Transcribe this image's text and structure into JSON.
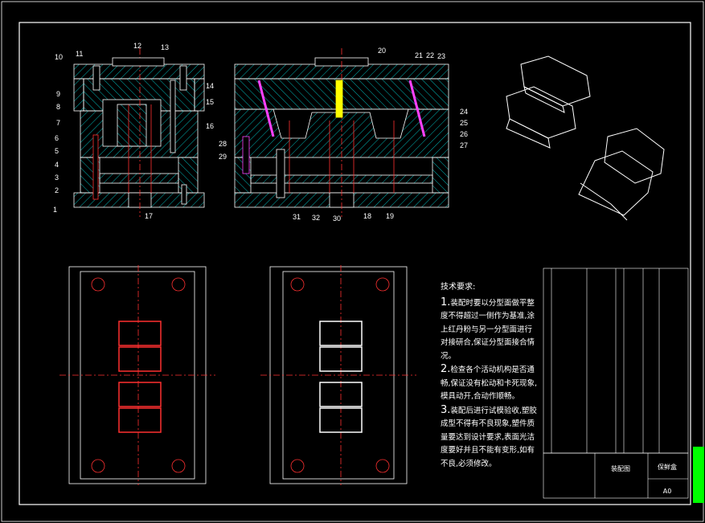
{
  "part_numbers_left": [
    "1",
    "2",
    "3",
    "4",
    "5",
    "6",
    "7",
    "8",
    "9",
    "10",
    "11",
    "12",
    "13",
    "14",
    "15",
    "16",
    "17"
  ],
  "part_numbers_right": [
    "18",
    "19",
    "20",
    "21",
    "22",
    "23",
    "24",
    "25",
    "26",
    "27",
    "28",
    "29",
    "30",
    "31",
    "32"
  ],
  "tech_requirements": {
    "title": "技术要求:",
    "items": [
      {
        "num": "1.",
        "text": "装配时要以分型面做平整度不得超过一侧作为基准,涂上红丹粉与另一分型面进行对接研合,保证分型面接合情况。"
      },
      {
        "num": "2.",
        "text": "检查各个活动机构是否通畅,保证没有松动和卡死现象,模具动开,合动作顺畅。"
      },
      {
        "num": "3.",
        "text": "装配后进行试模验收,塑胶成型不得有不良现象,塑件质量要达到设计要求,表面光洁度要好并且不能有变形,如有不良,必须修改。"
      }
    ]
  },
  "title_block": {
    "drawing_name": "装配图",
    "product_name": "保鲜盒",
    "sheet_size": "A0"
  },
  "colors": {
    "background": "#000000",
    "line": "#ffffff",
    "hatch": "#00b4b4",
    "red": "#ff3030",
    "yellow": "#ffff00",
    "green": "#00ff00",
    "magenta": "#ff40ff"
  }
}
